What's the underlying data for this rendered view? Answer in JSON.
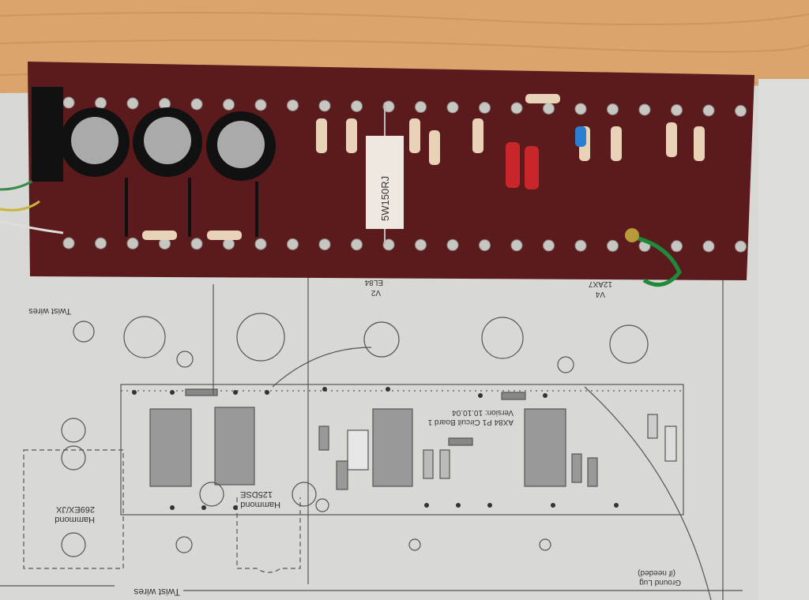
{
  "scene": {
    "description_labels": {
      "power_resistor_marking": "5W150RJ"
    },
    "schematic": {
      "twist_wires_top": "Twist wires",
      "twist_wires_bottom": "Twist wires",
      "tube_v2_name": "V2",
      "tube_v2_type": "EL84",
      "tube_v4_name": "V4",
      "tube_v4_type": "12AX7",
      "board_title_line1": "AX84   P1   Circuit Board 1",
      "board_title_line2": "Version:  10.10.04",
      "transformer_output_line1": "Hammond",
      "transformer_output_line2": "125DSE",
      "transformer_power_line1": "Hammond",
      "transformer_power_line2": "269EX/JX",
      "ground_lug_line1": "Ground Lug",
      "ground_lug_line2": "(if needed)"
    },
    "colors": {
      "wood": "#d9a56c",
      "board": "#5b1a1c",
      "paper": "#d8d8d4"
    }
  }
}
